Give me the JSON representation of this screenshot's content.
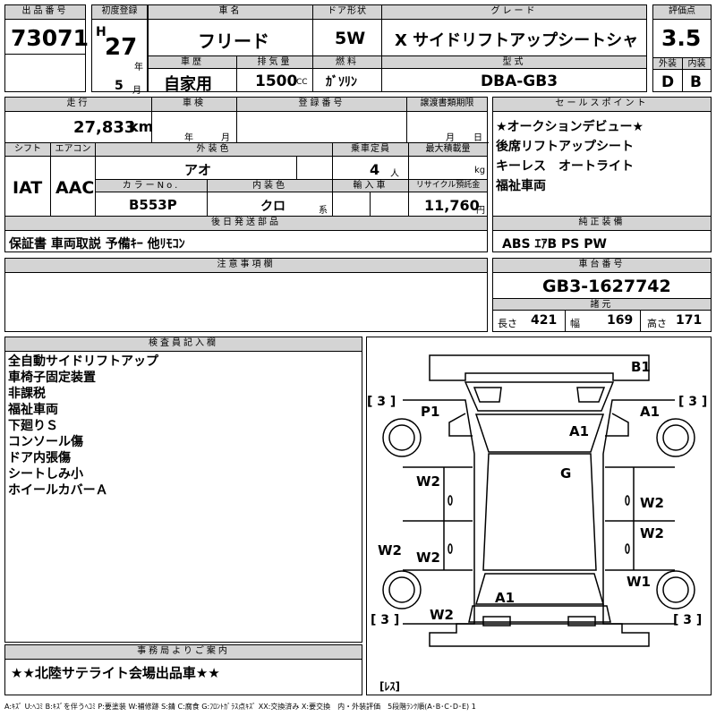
{
  "lot": {
    "label": "出品番号",
    "value": "73071"
  },
  "first_reg": {
    "label": "初度登録",
    "era": "H",
    "year": "27",
    "year_unit": "年",
    "month": "5",
    "month_unit": "月"
  },
  "car_name": {
    "label": "車名",
    "value": "フリード"
  },
  "history": {
    "label": "車歴",
    "value": "自家用"
  },
  "displacement": {
    "label": "排気量",
    "value": "1500",
    "unit": "CC"
  },
  "door": {
    "label": "ドア形状",
    "value": "5W"
  },
  "fuel": {
    "label": "燃料",
    "value": "ｶﾞｿﾘﾝ"
  },
  "grade": {
    "label": "グレード",
    "value": "X サイドリフトアップシートシャ"
  },
  "model": {
    "label": "型式",
    "value": "DBA-GB3"
  },
  "score": {
    "label": "評価点",
    "value": "3.5",
    "exterior_label": "外装",
    "exterior": "D",
    "interior_label": "内装",
    "interior": "B"
  },
  "mileage": {
    "label": "走行",
    "value": "27,833",
    "unit": "km"
  },
  "inspection": {
    "label": "車検",
    "year_unit": "年",
    "month_unit": "月"
  },
  "registration": {
    "label": "登録番号"
  },
  "transfer": {
    "label": "譲渡書類期限",
    "month_unit": "月",
    "day_unit": "日"
  },
  "shift": {
    "label": "シフト",
    "value": "IAT"
  },
  "aircon": {
    "label": "エアコン",
    "value": "AAC"
  },
  "exterior_color": {
    "label": "外装色",
    "value": "アオ"
  },
  "capacity": {
    "label": "乗車定員",
    "value": "4",
    "unit": "人"
  },
  "max_load": {
    "label": "最大積載量",
    "unit": "kg"
  },
  "color_no": {
    "label": "カラーNo.",
    "value": "B553P"
  },
  "interior_color": {
    "label": "内装色",
    "value": "クロ",
    "suffix": "系"
  },
  "import": {
    "label": "輸入車"
  },
  "recycle": {
    "label": "リサイクル預託金",
    "value": "11,760",
    "unit": "円"
  },
  "sales_points": {
    "label": "セールスポイント",
    "items": [
      "★オークションデビュー★",
      "後席リフトアップシート",
      "キーレス　オートライト",
      "福祉車両"
    ]
  },
  "later_parts": {
    "label": "後日発送部品",
    "value": "保証書 車両取説 予備ｷｰ 他ﾘﾓｺﾝ"
  },
  "equipment": {
    "label": "純正装備",
    "value": "ABS ｴｱB PS PW"
  },
  "caution": {
    "label": "注意事項欄"
  },
  "chassis": {
    "label": "車台番号",
    "value": "GB3-1627742"
  },
  "dims": {
    "label": "諸元",
    "length_label": "長さ",
    "length": "421",
    "width_label": "幅",
    "width": "169",
    "height_label": "高さ",
    "height": "171"
  },
  "inspector": {
    "label": "検査員記入欄",
    "notes": [
      "全自動サイドリフトアップ",
      "車椅子固定装置",
      "非課税",
      "福祉車両",
      "下廻りＳ",
      "コンソール傷",
      "ドア内張傷",
      "シートしみ小",
      "ホイールカバーＡ"
    ]
  },
  "office": {
    "label": "事務局よりご案内",
    "value": "★★北陸サテライト会場出品車★★"
  },
  "legend": "A:ｷｽﾞ U:ﾍｺﾐ B:ｷｽﾞを伴うﾍｺﾐ P:要塗装 W:補修跡 S:錆 C:腐食 G:ﾌﾛﾝﾄｶﾞﾗｽ点ｷｽﾞ XX:交換済み X:要交換　内・外装評価　5段階ﾗﾝｸ順(A･B･C･D･E) 1",
  "diagram": {
    "wheel_label": "[ 3 ]",
    "rest_label": "[ﾚｽ]",
    "marks": {
      "b1": "B1",
      "p1": "P1",
      "a1_l": "A1",
      "a1_r": "A1",
      "a1_b": "A1",
      "g": "G",
      "w2_1": "W2",
      "w2_2": "W2",
      "w2_3": "W2",
      "w2_4": "W2",
      "w2_5": "W2",
      "w2_6": "W2",
      "w1": "W1",
      "zero": "0"
    }
  }
}
